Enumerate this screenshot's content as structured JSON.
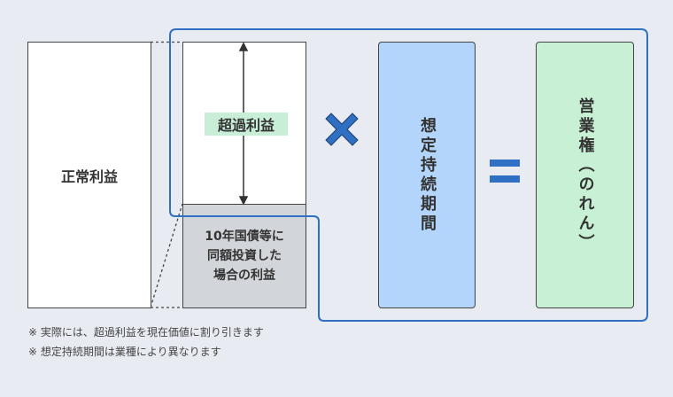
{
  "normal_profit": {
    "label": "正常利益"
  },
  "excess_profit": {
    "label": "超過利益"
  },
  "bond_profit": {
    "lines": [
      "10年国債等に",
      "同額投資した",
      "場合の利益"
    ]
  },
  "operator_multiply": "×",
  "expected_period": {
    "label": "想定持続期間"
  },
  "operator_equals": "=",
  "goodwill": {
    "label": "営業権（のれん）"
  },
  "notes": [
    "※ 実際には、超過利益を現在価値に割り引きます",
    "※ 想定持続期間は業種により異なります"
  ],
  "colors": {
    "accent": "#2f6fc4",
    "blue_box": "#b3d4fb",
    "green_box": "#c7f0d5",
    "gray_box": "#d2d5da",
    "label_bg": "#c9eed8"
  }
}
